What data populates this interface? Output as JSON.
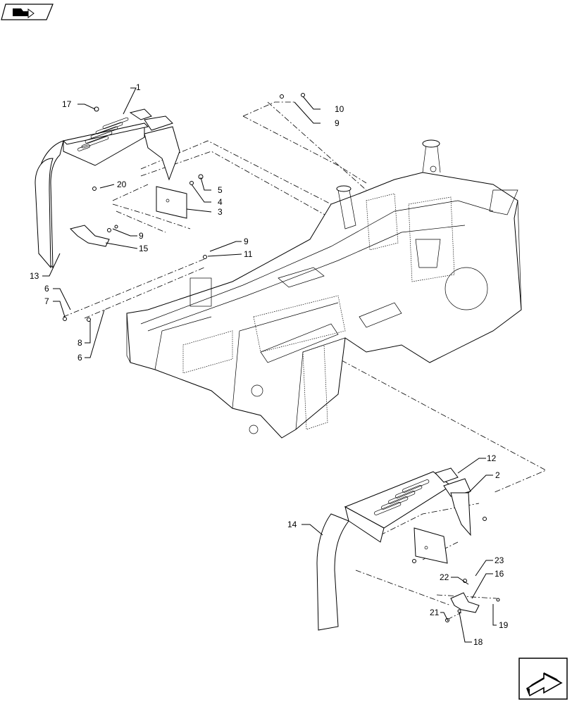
{
  "icons": {
    "top_left": "book-open-icon",
    "bottom_right": "arrow-next-icon"
  },
  "callouts": {
    "c1": "1",
    "c2": "2",
    "c3": "3",
    "c4": "4",
    "c5": "5",
    "c6a": "6",
    "c6b": "6",
    "c7": "7",
    "c8": "8",
    "c9a": "9",
    "c9b": "9",
    "c9c": "9",
    "c10": "10",
    "c11": "11",
    "c12": "12",
    "c13": "13",
    "c14": "14",
    "c15": "15",
    "c16": "16",
    "c17": "17",
    "c18": "18",
    "c19": "19",
    "c20": "20",
    "c21": "21",
    "c22": "22",
    "c23": "23"
  }
}
